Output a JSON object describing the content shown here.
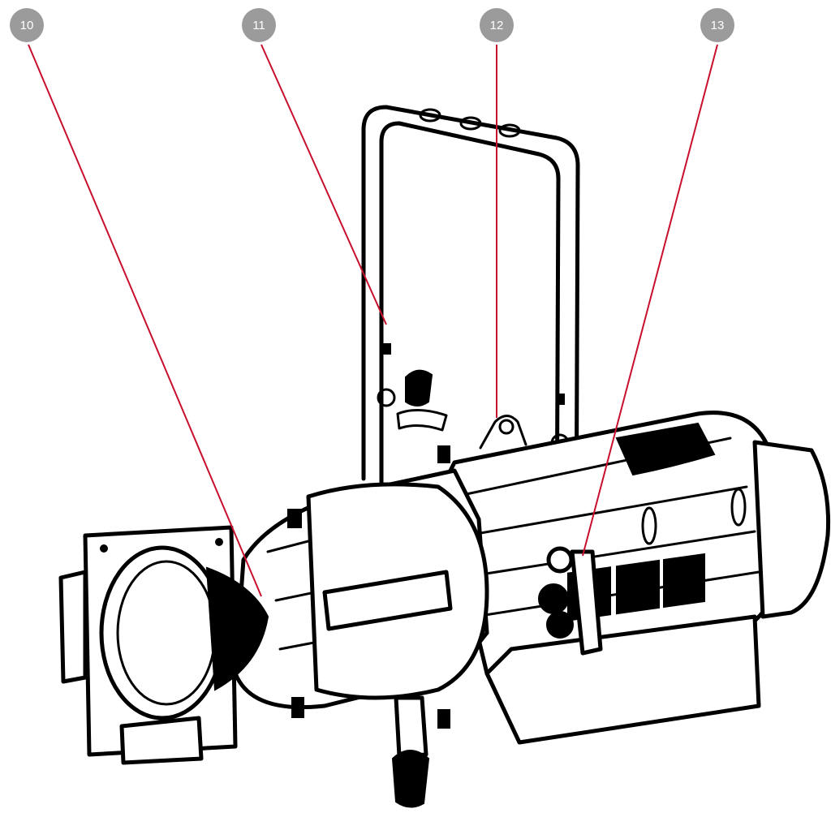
{
  "callouts": [
    {
      "label": "10"
    },
    {
      "label": "11"
    },
    {
      "label": "12"
    },
    {
      "label": "13"
    }
  ],
  "colors": {
    "badge": "#9b9b9b",
    "leader": "#c8102e",
    "ink": "#000000"
  }
}
